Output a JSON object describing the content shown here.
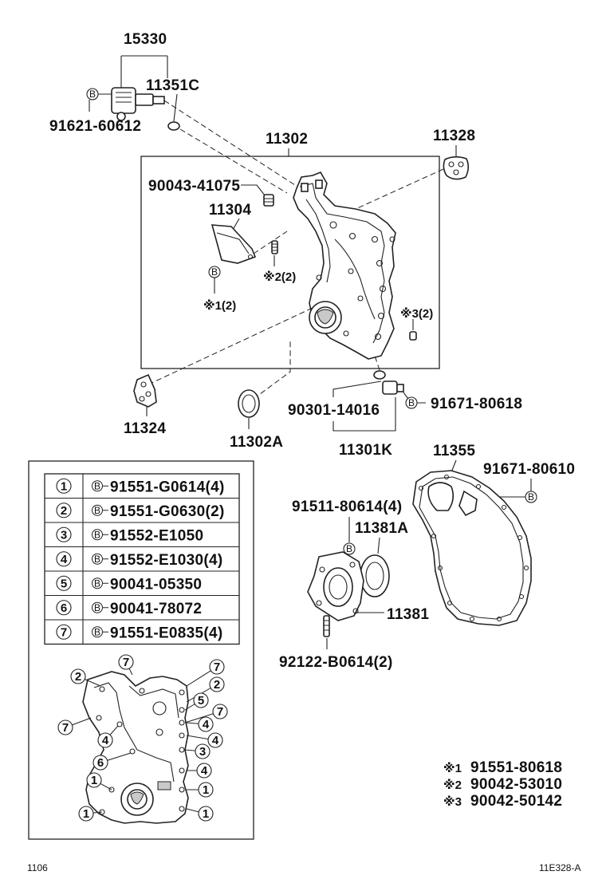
{
  "diagram": {
    "labels": {
      "p15330": "15330",
      "p11351c": "11351C",
      "p91621": "91621-60612",
      "p11302": "11302",
      "p11328": "11328",
      "p90043": "90043-41075",
      "p11304": "11304",
      "note2": "※2(2)",
      "note1": "※1(2)",
      "note3": "※3(2)",
      "p11324": "11324",
      "p11302a": "11302A",
      "p90301": "90301-14016",
      "p91671_618": "91671-80618",
      "p11301k": "11301K",
      "p11355": "11355",
      "p91671_610": "91671-80610",
      "p91511": "91511-80614(4)",
      "p11381a": "11381A",
      "p11381": "11381",
      "p92122": "92122-B0614(2)"
    },
    "bolt_marker": "B",
    "legend_table": [
      {
        "num": "1",
        "part": "91551-G0614(4)"
      },
      {
        "num": "2",
        "part": "91551-G0630(2)"
      },
      {
        "num": "3",
        "part": "91552-E1050"
      },
      {
        "num": "4",
        "part": "91552-E1030(4)"
      },
      {
        "num": "5",
        "part": "90041-05350"
      },
      {
        "num": "6",
        "part": "90041-78072"
      },
      {
        "num": "7",
        "part": "91551-E0835(4)"
      }
    ],
    "callout_nums": [
      "2",
      "7",
      "7",
      "2",
      "7",
      "5",
      "7",
      "4",
      "4",
      "4",
      "6",
      "3",
      "4",
      "1",
      "1",
      "1",
      "1"
    ],
    "footnotes": [
      {
        "mark": "※1",
        "part": "91551-80618"
      },
      {
        "mark": "※2",
        "part": "90042-53010"
      },
      {
        "mark": "※3",
        "part": "90042-50142"
      }
    ],
    "footer_left": "1106",
    "footer_right": "11E328-A"
  }
}
